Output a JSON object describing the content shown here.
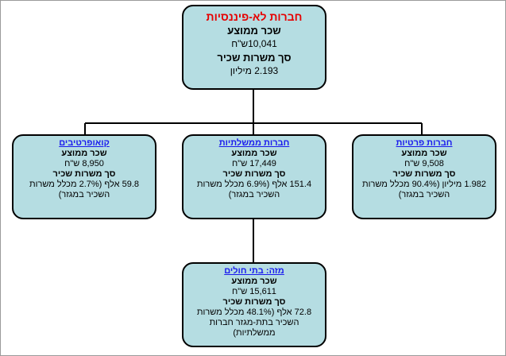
{
  "root": {
    "title": "חברות לא-פיננסיות",
    "wage_label": "שכר ממוצע",
    "wage_value": "10,041ש\"ח",
    "jobs_label": "סך משרות שכיר",
    "jobs_value": "2.193 מיליון"
  },
  "private": {
    "title": "חברות פרטיות",
    "wage_label": "שכר ממוצע",
    "wage_value": "9,508 ש\"ח",
    "jobs_label": "סך משרות שכיר",
    "jobs_value_line1": "1.982 מיליון (90.4% מכלל משרות",
    "jobs_value_line2": "השכיר במגזר)"
  },
  "government": {
    "title": "חברות ממשלתיות",
    "wage_label": "שכר ממוצע",
    "wage_value": "17,449 ש\"ח",
    "jobs_label": "סך משרות שכיר",
    "jobs_value_line1": "151.4 אלף (6.9% מכלל משרות",
    "jobs_value_line2": "השכיר במגזר)"
  },
  "cooperatives": {
    "title": "קואופרטיבים",
    "wage_label": "שכר ממוצע",
    "wage_value": "8,950 ש\"ח",
    "jobs_label": "סך משרות שכיר",
    "jobs_value_line1": "59.8 אלף (2.7% מכלל משרות",
    "jobs_value_line2": "השכיר במגזר)"
  },
  "hospitals": {
    "title": "מזה: בתי חולים",
    "wage_label": "שכר ממוצע",
    "wage_value": "15,611 ש\"ח",
    "jobs_label": "סך משרות שכיר",
    "jobs_value_line1": "72.8 אלף (48.1% מכלל משרות",
    "jobs_value_line2": "השכיר בתת-מגזר חברות",
    "jobs_value_line3": "ממשלתיות)"
  }
}
